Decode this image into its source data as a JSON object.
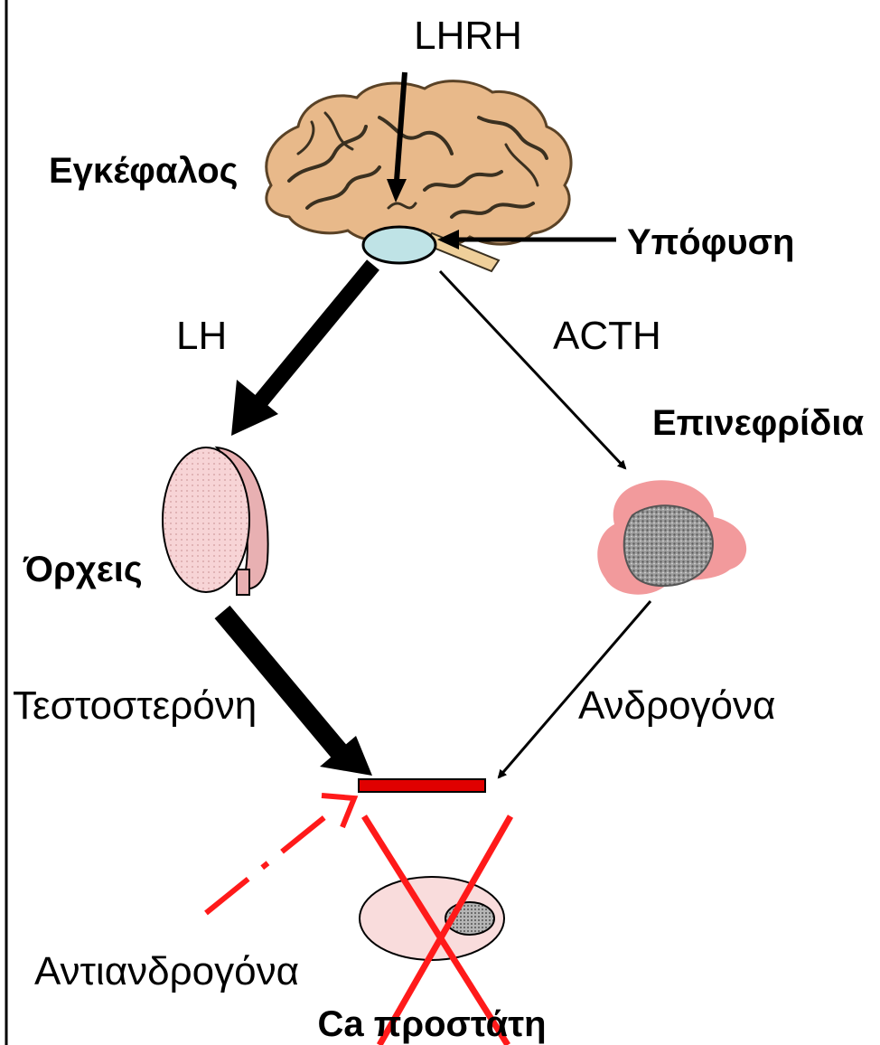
{
  "labels": {
    "lhrh": "LHRH",
    "brain": "Εγκέφαλος",
    "pituitary": "Υπόφυση",
    "lh": "LH",
    "acth": "ACTH",
    "adrenals": "Επινεφρίδια",
    "testes": "Όρχεις",
    "testosterone": "Τεστοστερόνη",
    "androgens": "Ανδρογόνα",
    "antiandrogens": "Αντιανδρογόνα",
    "prostate_ca": "Ca προστάτη"
  },
  "colors": {
    "brain": "#e8b98a",
    "brain_line": "#3a3020",
    "pituitary": "#bfe3e6",
    "testis": "#f7d4d6",
    "testis_side": "#e8b0b2",
    "adrenal_outer": "#f29a9c",
    "adrenal_core": "#9c9c9c",
    "receptor_bar": "#e00000",
    "cross": "#ff1a1a",
    "prostate": "#f9dcdc",
    "tumor": "#9a9a9a",
    "arrow": "#000000"
  },
  "icons": {
    "brain": "brain-illustration",
    "pituitary": "pituitary-gland",
    "testis": "testis-illustration",
    "adrenal": "adrenal-gland-illustration",
    "prostate": "prostate-with-tumor",
    "cross": "red-x-cross"
  }
}
